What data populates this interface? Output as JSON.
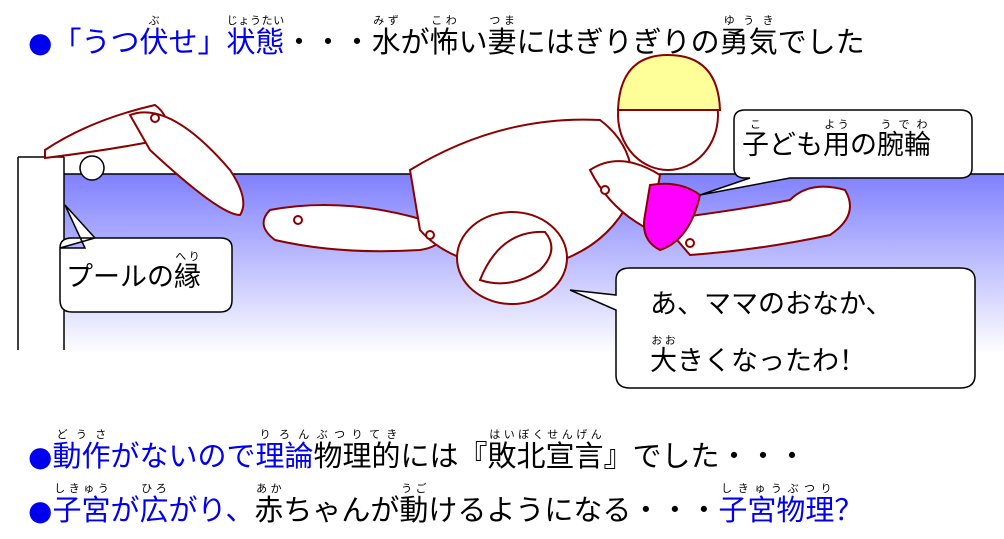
{
  "top_line": {
    "bullet": "●",
    "q1": "「うつ",
    "fu": "伏",
    "fu_r": "ぶ",
    "q2": "せ」",
    "jotai": "状態",
    "jotai_r": "じょうたい",
    "dots": "・・・",
    "mizu": "水",
    "mizu_r": "みず",
    "ga": "が",
    "kowa": "怖",
    "kowa_r": "こわ",
    "i": "い",
    "tsuma": "妻",
    "tsuma_r": "つま",
    "mid": "にはぎりぎりの",
    "yuki": "勇気",
    "yuki_r": "ゆうき",
    "end": "でした"
  },
  "bubbles": {
    "bracelet": {
      "ko": "子",
      "ko_r": "こ",
      "domo": "ども",
      "yo": "用",
      "yo_r": "よう",
      "no": "の",
      "udewa": "腕輪",
      "udewa_r": "うでわ"
    },
    "pool_edge": {
      "text": "プールの",
      "heri": "縁",
      "heri_r": "へり"
    },
    "baby": {
      "line1": "あ、ママのおなか、",
      "oo": "大",
      "oo_r": "おお",
      "rest": "きくなったわ！"
    }
  },
  "line2": {
    "bullet": "●",
    "dosa": "動作",
    "dosa_r": "どうさ",
    "blue_mid": "がないので",
    "riron": "理論",
    "riron_r": "りろん",
    "butsuri": "物理的",
    "butsuri_r": "ぶつりてき",
    "niwa": "には『",
    "haiboku": "敗北宣言",
    "haiboku_r": "はいぼくせんげん",
    "end": "』でした・・・"
  },
  "line3": {
    "bullet": "●",
    "shikyu": "子宮",
    "shikyu_r": "しきゅう",
    "ga": "が",
    "hiro": "広",
    "hiro_r": "ひろ",
    "gari": "がり、",
    "aka": "赤",
    "aka_r": "あか",
    "chan": "ちゃんが",
    "ugo": "動",
    "ugo_r": "うご",
    "rest": "けるようになる・・・",
    "shikyubutsuri": "子宮物理",
    "shikyubutsuri_r": "しきゅうぶつり",
    "q": "？"
  },
  "colors": {
    "accent": "#0000ee",
    "outline": "#8b0000",
    "cap": "#ffff99",
    "bracelet": "#ff00ff"
  }
}
